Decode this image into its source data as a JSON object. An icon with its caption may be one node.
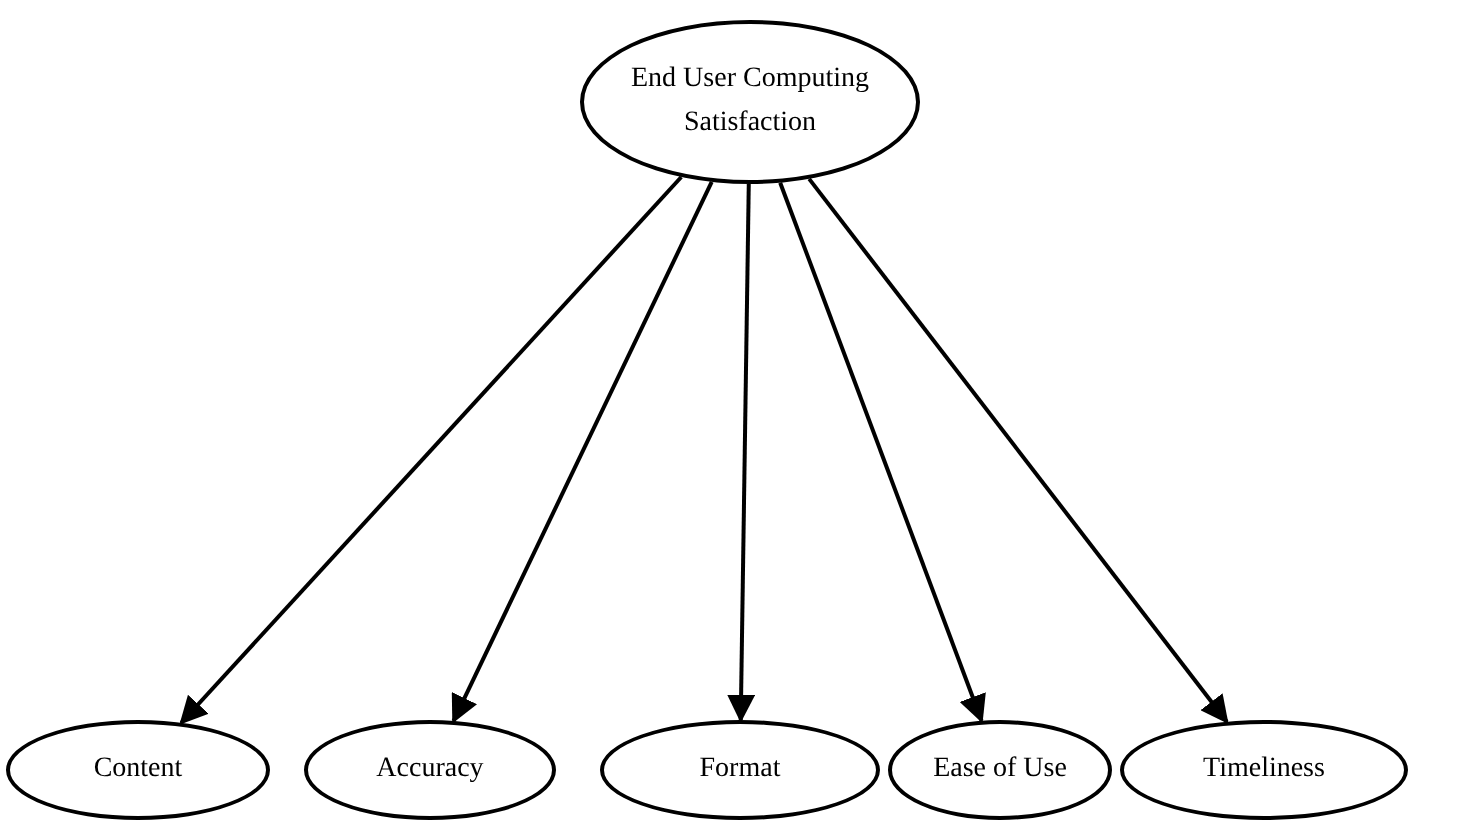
{
  "diagram": {
    "nodes": [
      {
        "text": [
          "End User Computing Satisfaction"
        ]
      },
      {
        "text": [
          "Content"
        ]
      },
      {
        "text": [
          "Accuracy"
        ]
      },
      {
        "text": [
          "Format"
        ]
      },
      {
        "text": [
          "Ease of Use"
        ]
      },
      {
        "text": [
          "Timeliness"
        ]
      }
    ],
    "edges": [
      {
        "from": 0,
        "to": 1,
        "arrow": "to"
      },
      {
        "from": 0,
        "to": 2,
        "arrow": "to"
      },
      {
        "from": 0,
        "to": 3,
        "arrow": "to"
      },
      {
        "from": 0,
        "to": 4,
        "arrow": "to"
      },
      {
        "from": 0,
        "to": 5,
        "arrow": "to"
      }
    ]
  }
}
